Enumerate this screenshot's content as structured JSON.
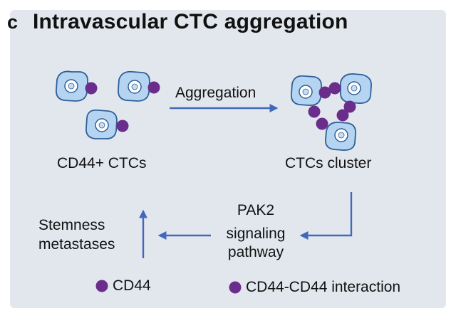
{
  "panel": {
    "letter": "c",
    "title": "Intravascular CTC aggregation"
  },
  "labels": {
    "left_group": "CD44+ CTCs",
    "aggregation": "Aggregation",
    "right_group": "CTCs cluster",
    "pathway_line1": "PAK2",
    "pathway_line2": "signaling",
    "pathway_line3": "pathway",
    "outcome_line1": "Stemness",
    "outcome_line2": "metastases"
  },
  "legend": {
    "items": [
      {
        "symbol": "purple-dot",
        "label": "CD44"
      },
      {
        "symbol": "purple-dot",
        "label": "CD44-CD44 interaction"
      }
    ]
  },
  "colors": {
    "background": "#e2e7ee",
    "cell_fill": "#b5d4f2",
    "cell_outline": "#2f5f98",
    "cd44_dot": "#6b2d8c",
    "arrow": "#4169ba"
  }
}
